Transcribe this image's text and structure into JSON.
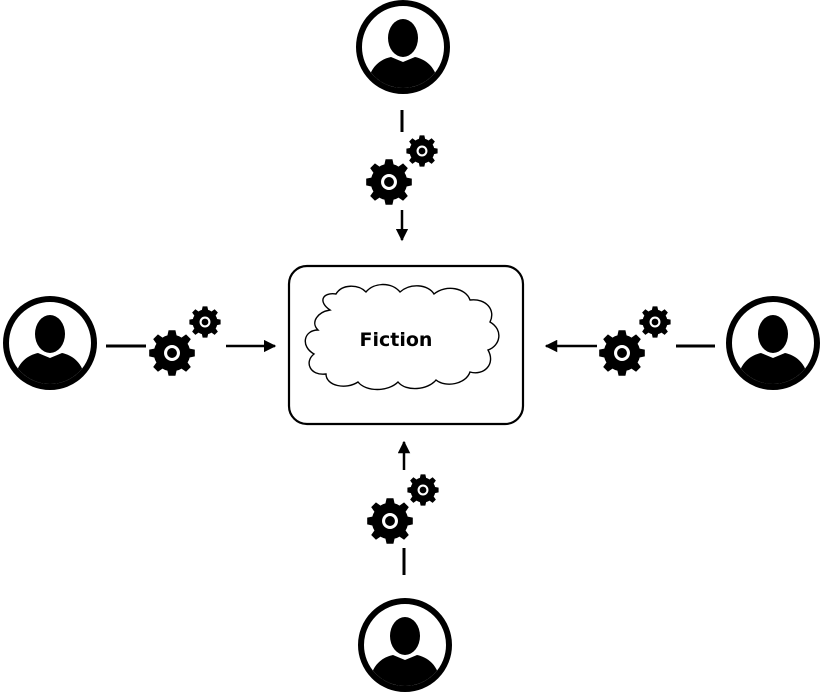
{
  "center": {
    "label": "Fiction"
  },
  "nodes": [
    {
      "id": "top",
      "icon": "user-icon",
      "connector_icon": "gears-icon",
      "direction": "into-center"
    },
    {
      "id": "left",
      "icon": "user-icon",
      "connector_icon": "gears-icon",
      "direction": "into-center"
    },
    {
      "id": "right",
      "icon": "user-icon",
      "connector_icon": "gears-icon",
      "direction": "into-center"
    },
    {
      "id": "bottom",
      "icon": "user-icon",
      "connector_icon": "gears-icon",
      "direction": "into-center"
    }
  ],
  "colors": {
    "stroke": "#000000",
    "background": "#ffffff"
  }
}
